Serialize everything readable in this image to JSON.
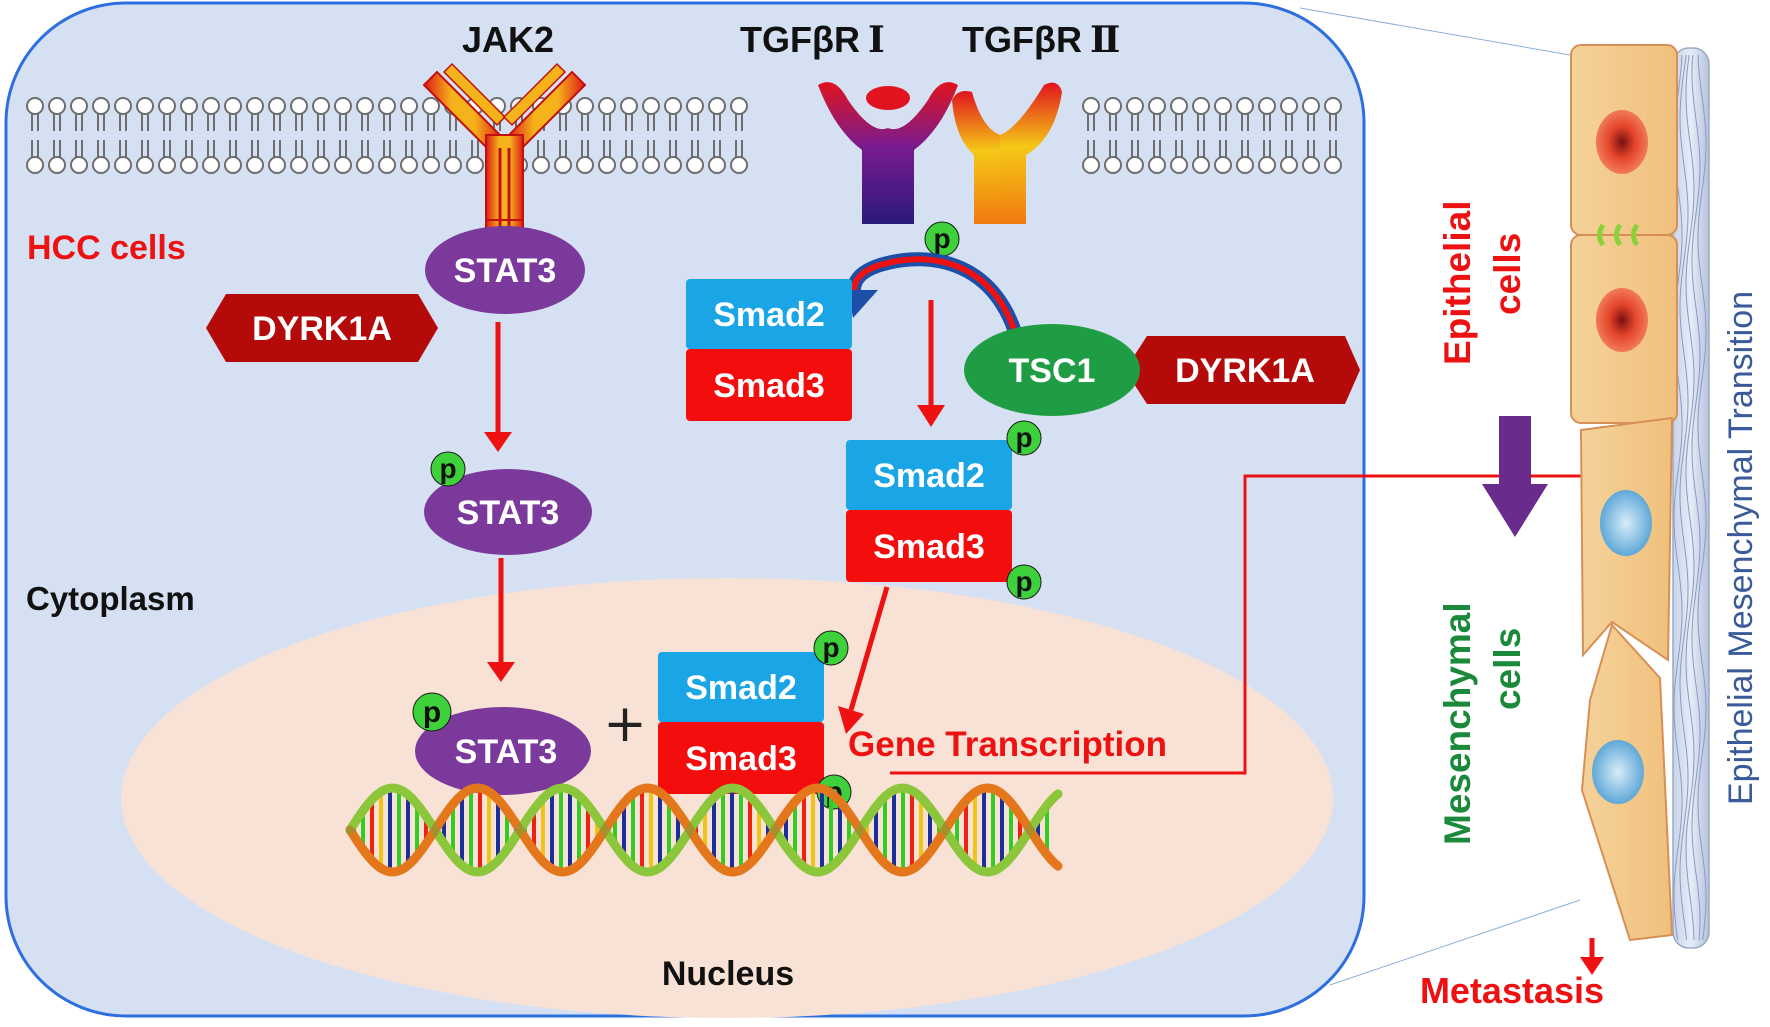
{
  "receptors": {
    "jak2": "JAK2",
    "tgfbr1": "TGFβR",
    "tgfbr1_numeral": "Ⅰ",
    "tgfbr2": "TGFβR",
    "tgfbr2_numeral": "Ⅱ"
  },
  "regions": {
    "cell_label": "HCC cells",
    "cytoplasm": "Cytoplasm",
    "nucleus": "Nucleus"
  },
  "molecules": {
    "stat3": "STAT3",
    "dyrk1a": "DYRK1A",
    "smad2": "Smad2",
    "smad3": "Smad3",
    "tsc1": "TSC1",
    "phospho": "p",
    "plus": "+"
  },
  "process": {
    "gene_transcription": "Gene Transcription"
  },
  "emt": {
    "epithelial_line1": "Epithelial",
    "epithelial_line2": "cells",
    "mesenchymal_line1": "Mesenchymal",
    "mesenchymal_line2": "cells",
    "transition": "Epithelial Mesenchymal Transition",
    "metastasis": "Metastasis"
  },
  "colors": {
    "cell_fill": "#d6e0f3",
    "cell_border": "#2e6fe0",
    "nucleus_fill": "#f8e2d6",
    "stat3": "#7b3a9b",
    "dyrk1a": "#b50a0a",
    "smad2": "#1aa5e6",
    "smad3": "#f40d0d",
    "tsc1": "#1f9d45",
    "phospho": "#3fd13b",
    "arrow": "#ee1111",
    "purple_arrow": "#6a2c8c",
    "red_label": "#ee1111",
    "green_label": "#1a8a3a",
    "blue_label": "#3a5a9a"
  }
}
